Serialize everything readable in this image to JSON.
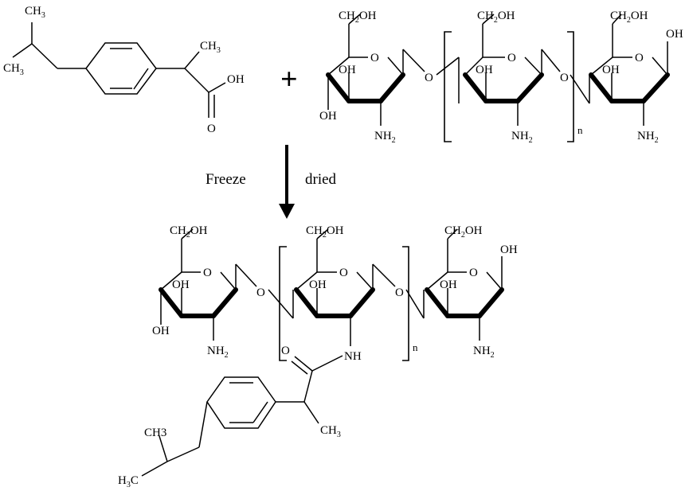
{
  "reaction": {
    "condition_left": "Freeze",
    "condition_right": "dried",
    "plus": "+"
  },
  "ibuprofen": {
    "ch3_top": "CH",
    "ch3_top_sub": "3",
    "ch3_left": "CH",
    "ch3_left_sub": "3",
    "ch3_alpha": "CH",
    "ch3_alpha_sub": "3",
    "oh": "OH",
    "o": "O"
  },
  "chitosan": {
    "ch2oh": "CH",
    "ch2oh_sub": "2",
    "ch2oh_tail": "OH",
    "oh": "OH",
    "nh2": "NH",
    "nh2_sub": "2",
    "o": "O",
    "repeat": "n"
  },
  "product": {
    "nh": "NH",
    "o": "O",
    "ch3_alpha": "CH",
    "ch3_alpha_sub": "3",
    "ch3_plain": "CH3",
    "h3c": "H",
    "h3c_sub": "3",
    "h3c_tail": "C"
  }
}
